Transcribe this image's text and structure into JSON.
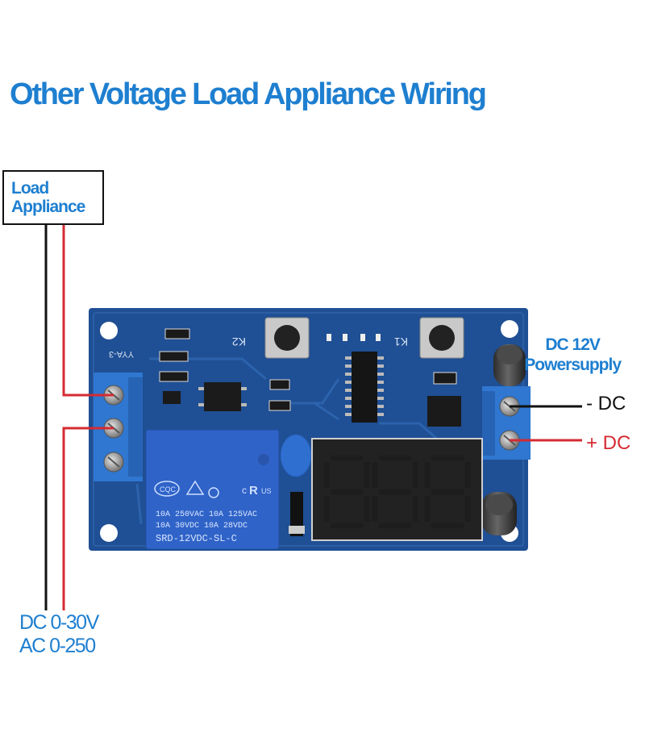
{
  "title": "Other Voltage Load Appliance Wiring",
  "load": {
    "line1": "Load",
    "line2": "Appliance"
  },
  "power": {
    "line1": "DC 12V",
    "line2": "Powersupply"
  },
  "terminals": {
    "negative": "- DC",
    "positive": "+ DC"
  },
  "load_range": {
    "line1": "DC 0-30V",
    "line2": "AC 0-250"
  },
  "board": {
    "model": "YYA-3",
    "button_left": "K2",
    "button_right": "K1",
    "relay_line1": "10A 250VAC  10A 125VAC",
    "relay_line2": "10A  30VDC  10A  28VDC",
    "relay_model": "SRD-12VDC-SL-C",
    "display_digits": [
      "8",
      "8",
      "8"
    ]
  },
  "colors": {
    "accent": "#1e7fd0",
    "wire_red": "#d52b32",
    "wire_black": "#111111",
    "pcb": "#1f4f94"
  }
}
